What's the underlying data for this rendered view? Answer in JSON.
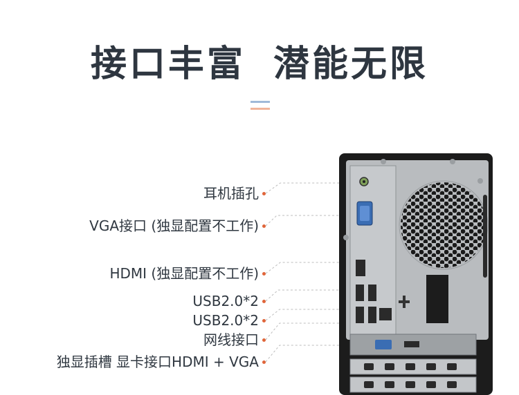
{
  "headline": {
    "part1": "接口丰富",
    "part2": "潜能无限"
  },
  "colors": {
    "headline": "#2e3640",
    "divider_top": "#9fb9d8",
    "divider_bottom": "#f0b49a",
    "label_dot": "#e0653a",
    "leader_line": "#bcbcbc",
    "case_black": "#1c1c1c",
    "panel_silver": "#b9bcbf"
  },
  "ports": [
    {
      "label": "耳机插孔"
    },
    {
      "label": "VGA接口 (独显配置不工作)"
    },
    {
      "label": "HDMI (独显配置不工作)"
    },
    {
      "label": "USB2.0*2"
    },
    {
      "label": "USB2.0*2"
    },
    {
      "label": "网线接口"
    },
    {
      "label": "独显插槽  显卡接口HDMI + VGA"
    }
  ],
  "icons": {
    "fan_grill": "fan-grill-icon",
    "screw": "screw-icon"
  }
}
